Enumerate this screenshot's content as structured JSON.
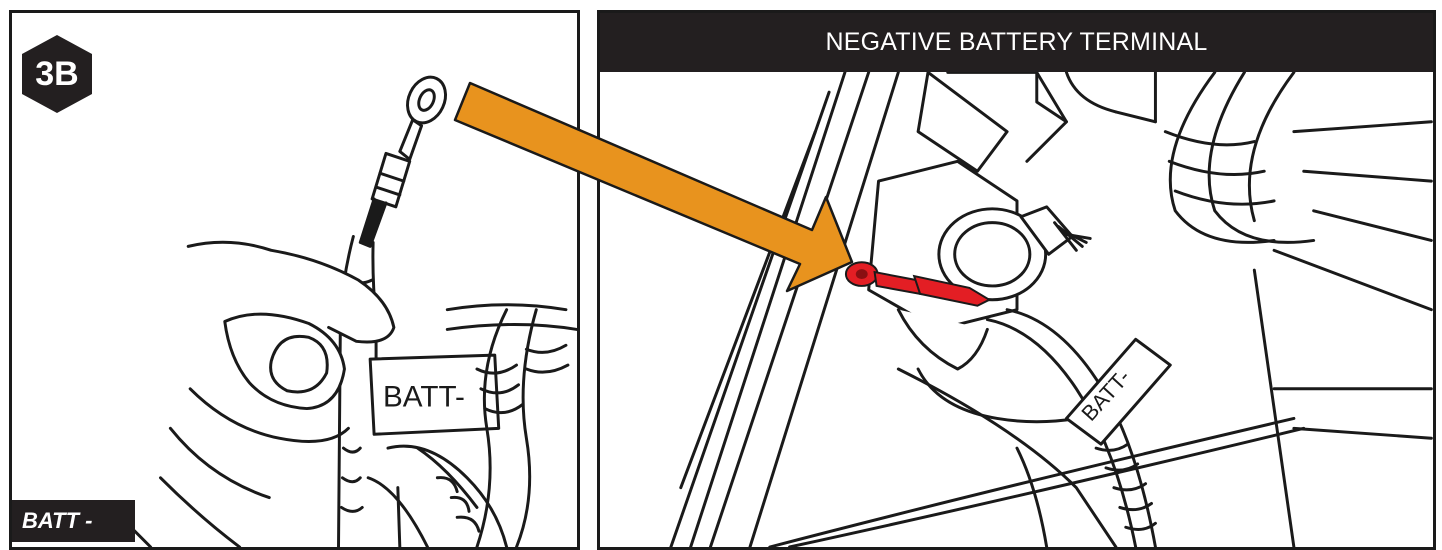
{
  "step": {
    "label": "3B",
    "badge_color": "#231f20"
  },
  "left_panel": {
    "wire_tag_text": "BATT-",
    "corner_label": "BATT -"
  },
  "right_panel": {
    "header": "NEGATIVE BATTERY TERMINAL",
    "wire_tag_text": "BATT-"
  },
  "colors": {
    "arrow": "#e8931e",
    "terminal_highlight": "#e31e24",
    "ink": "#1a1a1a",
    "header_bg": "#231f20"
  }
}
